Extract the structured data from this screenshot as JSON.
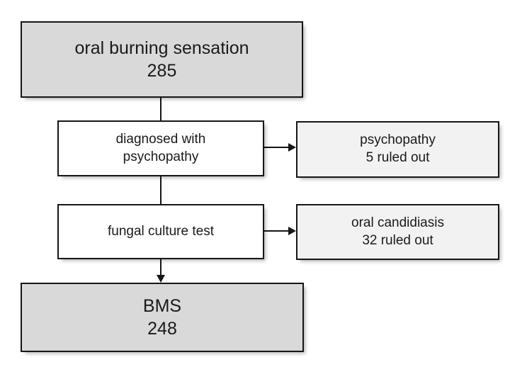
{
  "diagram": {
    "type": "flowchart",
    "orientation": "top-to-bottom",
    "nodes": [
      {
        "id": "oral-burning-sensation",
        "role": "cohort-start",
        "line1": "oral burning sensation",
        "line2": "285",
        "count": 285,
        "fill": "#d9d9d9",
        "border": "#161616"
      },
      {
        "id": "diagnosed-with-psychopathy",
        "role": "screening-step",
        "line1": "diagnosed with",
        "line2": "psychopathy",
        "fill": "#ffffff",
        "border": "#161616"
      },
      {
        "id": "psychopathy-excluded",
        "role": "exclusion",
        "line1": "psychopathy",
        "line2": "5 ruled out",
        "count": 5,
        "fill": "#f2f2f2",
        "border": "#161616"
      },
      {
        "id": "fungal-culture-test",
        "role": "screening-step",
        "line1": "fungal culture test",
        "line2": "",
        "fill": "#ffffff",
        "border": "#161616"
      },
      {
        "id": "oral-candidiasis-excluded",
        "role": "exclusion",
        "line1": "oral candidiasis",
        "line2": "32 ruled out",
        "count": 32,
        "fill": "#f2f2f2",
        "border": "#161616"
      },
      {
        "id": "bms",
        "role": "cohort-final",
        "line1": "BMS",
        "line2": "248",
        "count": 248,
        "fill": "#d9d9d9",
        "border": "#161616"
      }
    ],
    "edges": [
      {
        "id": "edge-top-to-step1",
        "from": "oral-burning-sensation",
        "to": "diagnosed-with-psychopathy",
        "style": "plain",
        "direction": "down"
      },
      {
        "id": "edge-step1-to-excl1",
        "from": "diagnosed-with-psychopathy",
        "to": "psychopathy-excluded",
        "style": "arrow",
        "direction": "right"
      },
      {
        "id": "edge-step1-to-step2",
        "from": "diagnosed-with-psychopathy",
        "to": "fungal-culture-test",
        "style": "plain",
        "direction": "down"
      },
      {
        "id": "edge-step2-to-excl2",
        "from": "fungal-culture-test",
        "to": "oral-candidiasis-excluded",
        "style": "arrow",
        "direction": "right"
      },
      {
        "id": "edge-step2-to-bottom",
        "from": "fungal-culture-test",
        "to": "bms",
        "style": "arrow",
        "direction": "down"
      }
    ]
  }
}
